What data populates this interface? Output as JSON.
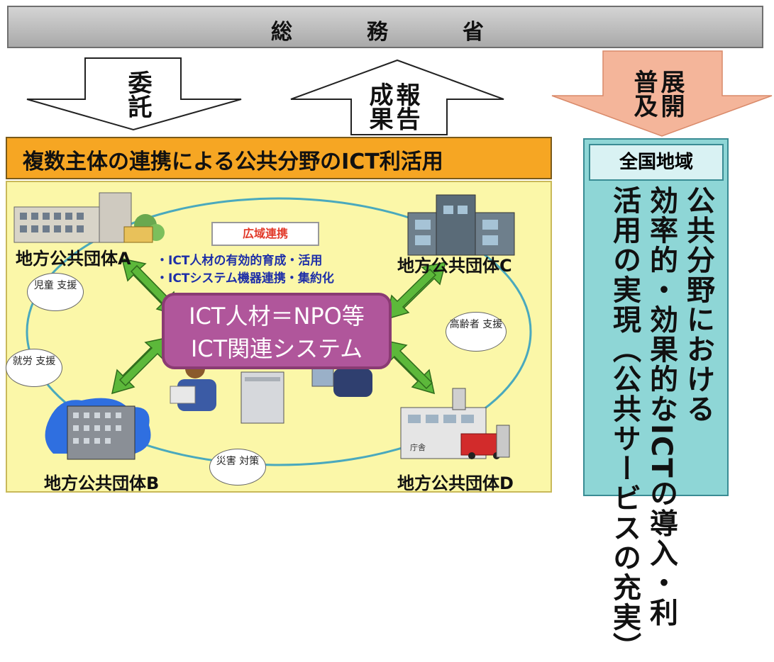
{
  "header": {
    "ministry_chars": [
      "総",
      "務",
      "省"
    ]
  },
  "arrows": {
    "commission": "委託",
    "report_results": "報告成果",
    "deploy_spread": "展開普及"
  },
  "main": {
    "title": "複数主体の連携による公共分野のICT利活用",
    "cooperation_label": "広域連携",
    "bullets": [
      "・ICT人材の有効的育成・活用",
      "・ICTシステム機器連携・集約化"
    ],
    "center_lines": [
      "ICT人材＝NPO等",
      "ICT関連システム"
    ],
    "governments": {
      "a": "地方公共団体A",
      "b": "地方公共団体B",
      "c": "地方公共団体C",
      "d": "地方公共団体D"
    },
    "bubbles": {
      "child": "児童 支援",
      "employment": "就労 支援",
      "elderly": "高齢者 支援",
      "disaster": "災害 対策"
    },
    "building_d_sign": "庁舎"
  },
  "side": {
    "header": "全国地域",
    "columns": [
      "公共分野における",
      "効率的・効果的なICTの導入・利",
      "活用の実現（公共サービスの充実）"
    ]
  },
  "colors": {
    "topbar": "#b8b8b8",
    "title_bar": "#f6a623",
    "main_panel": "#fbf7a8",
    "side_panel": "#8ed6d6",
    "center_box": "#b0569b",
    "green_arrow": "#5cb83a",
    "orange_arrow": "#f4b59a"
  }
}
